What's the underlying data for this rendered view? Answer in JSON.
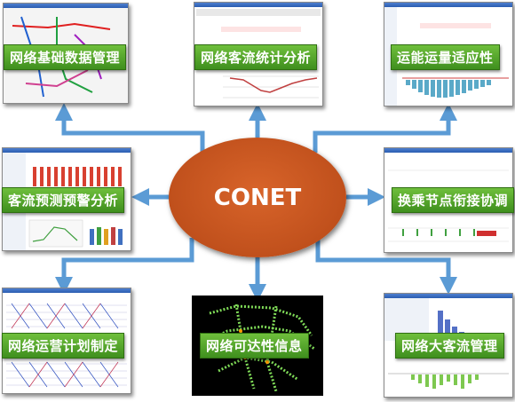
{
  "hub": {
    "label": "CONET",
    "color": "#c8561f"
  },
  "modules": [
    {
      "id": "basic-data",
      "label": "网络基础数据管理"
    },
    {
      "id": "flow-stats",
      "label": "网络客流统计分析"
    },
    {
      "id": "capacity",
      "label": "运能运量适应性"
    },
    {
      "id": "forecast",
      "label": "客流预测预警分析"
    },
    {
      "id": "transfer",
      "label": "换乘节点衔接协调"
    },
    {
      "id": "operation-plan",
      "label": "网络运营计划制定"
    },
    {
      "id": "reachability",
      "label": "网络可达性信息"
    },
    {
      "id": "large-flow",
      "label": "网络大客流管理"
    }
  ],
  "colors": {
    "arrow": "#5b9bd5",
    "label_bg": "#4f9f28",
    "hub": "#c8561f"
  }
}
